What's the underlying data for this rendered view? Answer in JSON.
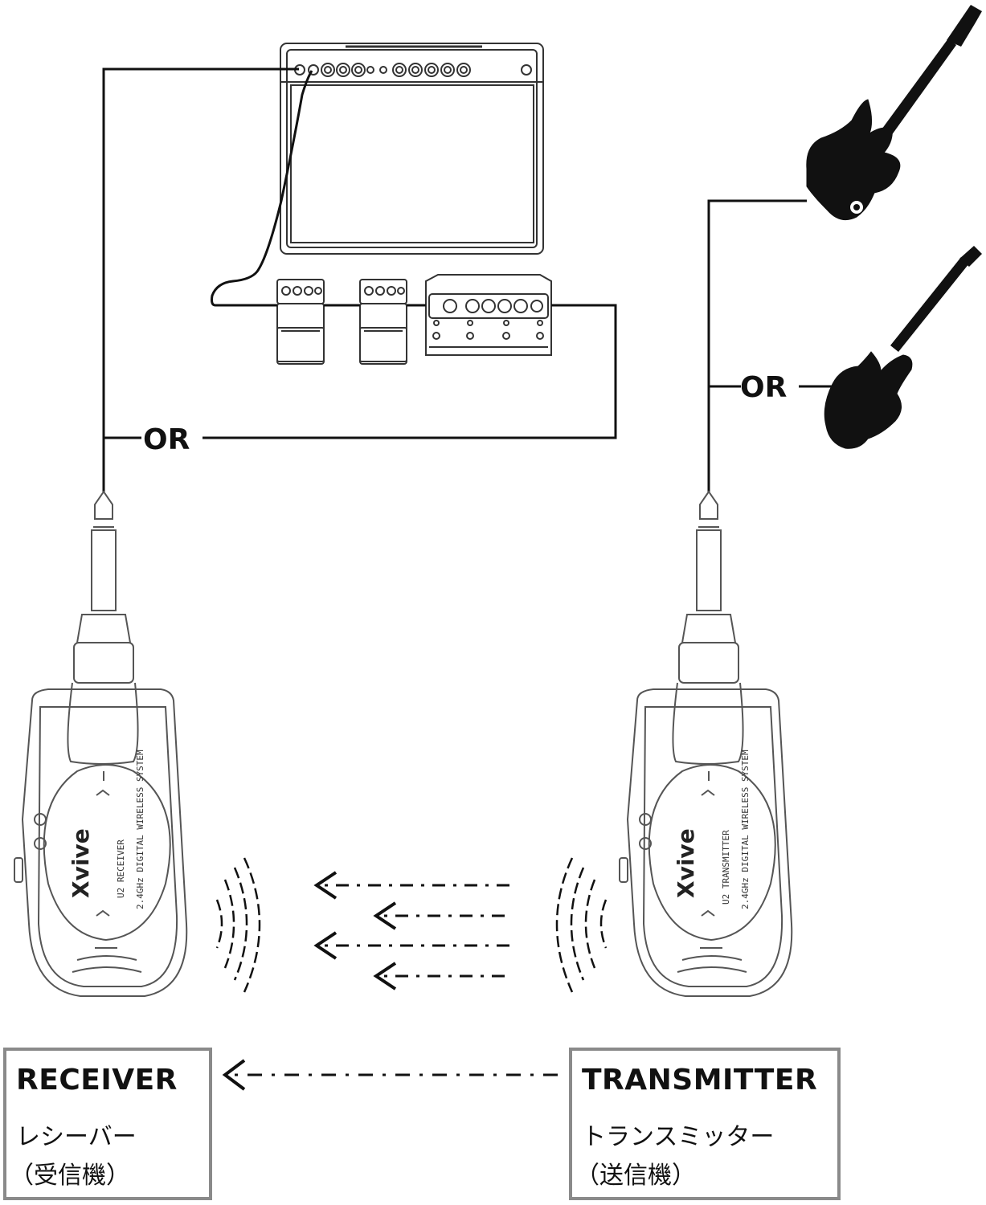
{
  "connectors": {
    "or_left": "OR",
    "or_right": "OR"
  },
  "receiver": {
    "brand": "Xvive",
    "model": "U2 RECEIVER",
    "caption": "2.4GHz DIGITAL WIRELESS SYSTEM"
  },
  "transmitter": {
    "brand": "Xvive",
    "model": "U2 TRANSMITTER",
    "caption": "2.4GHz DIGITAL WIRELESS SYSTEM"
  },
  "receiver_box": {
    "title": "RECEIVER",
    "line1": "レシーバー",
    "line2": "（受信機）"
  },
  "transmitter_box": {
    "title": "TRANSMITTER",
    "line1": "トランスミッター",
    "line2": "（送信機）"
  },
  "colors": {
    "line": "#111111",
    "box_border": "#8a8a8a",
    "device_outline": "#555555"
  }
}
